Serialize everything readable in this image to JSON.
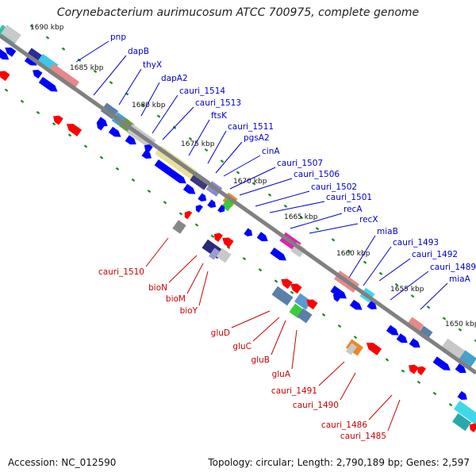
{
  "title": "Corynebacterium aurimucosum ATCC 700975, complete genome",
  "footer": {
    "accession": "Accession: NC_012590",
    "summary": "Topology: circular; Length: 2,790,189 bp; Genes: 2,597"
  },
  "colors": {
    "backbone": "#808080",
    "forward_strand": "#0000ff",
    "reverse_strand": "#ff0000",
    "forward_label": "#0000cc",
    "reverse_label": "#cc0000",
    "tick": "#1a8a1a"
  },
  "tick_labels": [
    "1690 kbp",
    "1685 kbp",
    "1680 kbp",
    "1675 kbp",
    "1670 kbp",
    "1665 kbp",
    "1660 kbp",
    "1655 kbp",
    "1650 kbp"
  ],
  "forward_genes": [
    "pnp",
    "dapB",
    "thyX",
    "dapA2",
    "cauri_1514",
    "cauri_1513",
    "ftsK",
    "cauri_1511",
    "pgsA2",
    "cinA",
    "cauri_1507",
    "cauri_1506",
    "cauri_1502",
    "cauri_1501",
    "recA",
    "recX",
    "miaB",
    "cauri_1493",
    "cauri_1492",
    "cauri_1489",
    "miaA"
  ],
  "reverse_genes": [
    "cauri_1510",
    "bioN",
    "bioM",
    "bioY",
    "gluD",
    "gluC",
    "gluB",
    "gluA",
    "cauri_1491",
    "cauri_1490",
    "cauri_1486",
    "cauri_1485"
  ]
}
